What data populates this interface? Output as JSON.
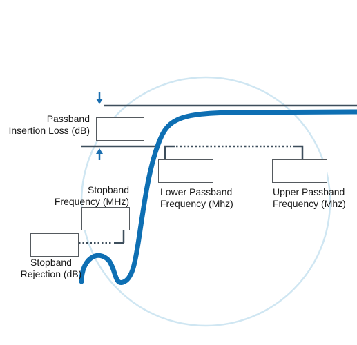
{
  "labels": {
    "passband_insertion_loss": [
      "Passband",
      "Insertion Loss (dB)"
    ],
    "stopband_frequency": [
      "Stopband",
      "Frequency (MHz)"
    ],
    "lower_passband_frequency": [
      "Lower Passband",
      "Frequency (Mhz)"
    ],
    "upper_passband_frequency": [
      "Upper Passband",
      "Frequency (Mhz)"
    ],
    "stopband_rejection": [
      "Stopband",
      "Rejection (dB)"
    ]
  },
  "fields": {
    "passband_insertion_loss": "",
    "stopband_frequency": "",
    "lower_passband_frequency": "",
    "upper_passband_frequency": "",
    "stopband_rejection": ""
  },
  "colors": {
    "curve": "#0e6fb3",
    "arrow": "#1b6fb0",
    "lines": "#3d4e5c",
    "circle": "#cfe6f2",
    "box_border": "#555a5f"
  },
  "icons": {
    "down_arrow": "arrow-down-icon",
    "up_arrow": "arrow-up-icon"
  }
}
